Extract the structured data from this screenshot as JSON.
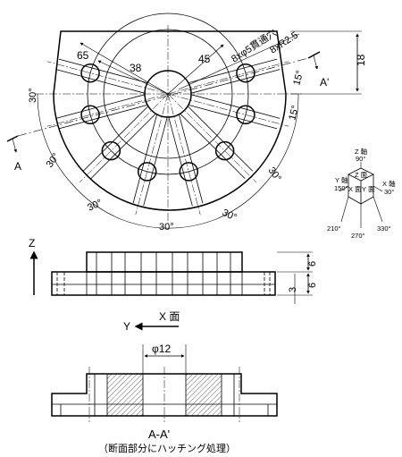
{
  "top_view": {
    "dims": {
      "r65": "65",
      "r38": "38",
      "r45": "45",
      "holes": "8xφ5貫通穴",
      "slot_r": "8xR2.5",
      "h18": "18",
      "ang15a": "15°",
      "ang15b": "15°",
      "ang30": [
        "30°",
        "30°",
        "30°",
        "30°",
        "30°",
        "30°"
      ]
    },
    "section_a": "A",
    "section_a2": "A'"
  },
  "axis_gizmo": {
    "z": "Z 軸",
    "z_deg": "90°",
    "y": "Y 軸",
    "y_deg": "150°",
    "x": "X 軸",
    "x_deg": "30°",
    "z_face": "Z 面",
    "x_face": "X 面",
    "y_face": "Y 面",
    "d210": "210°",
    "d270": "270°",
    "d330": "330°"
  },
  "front_view": {
    "z_label": "Z",
    "y_label": "Y",
    "x_face_label": "X 面",
    "dim6a": "6",
    "dim6b": "6",
    "dim3": "3"
  },
  "section_view": {
    "phi12": "φ12",
    "title": "A-A'",
    "caption": "（断面部分にハッチング処理）"
  }
}
